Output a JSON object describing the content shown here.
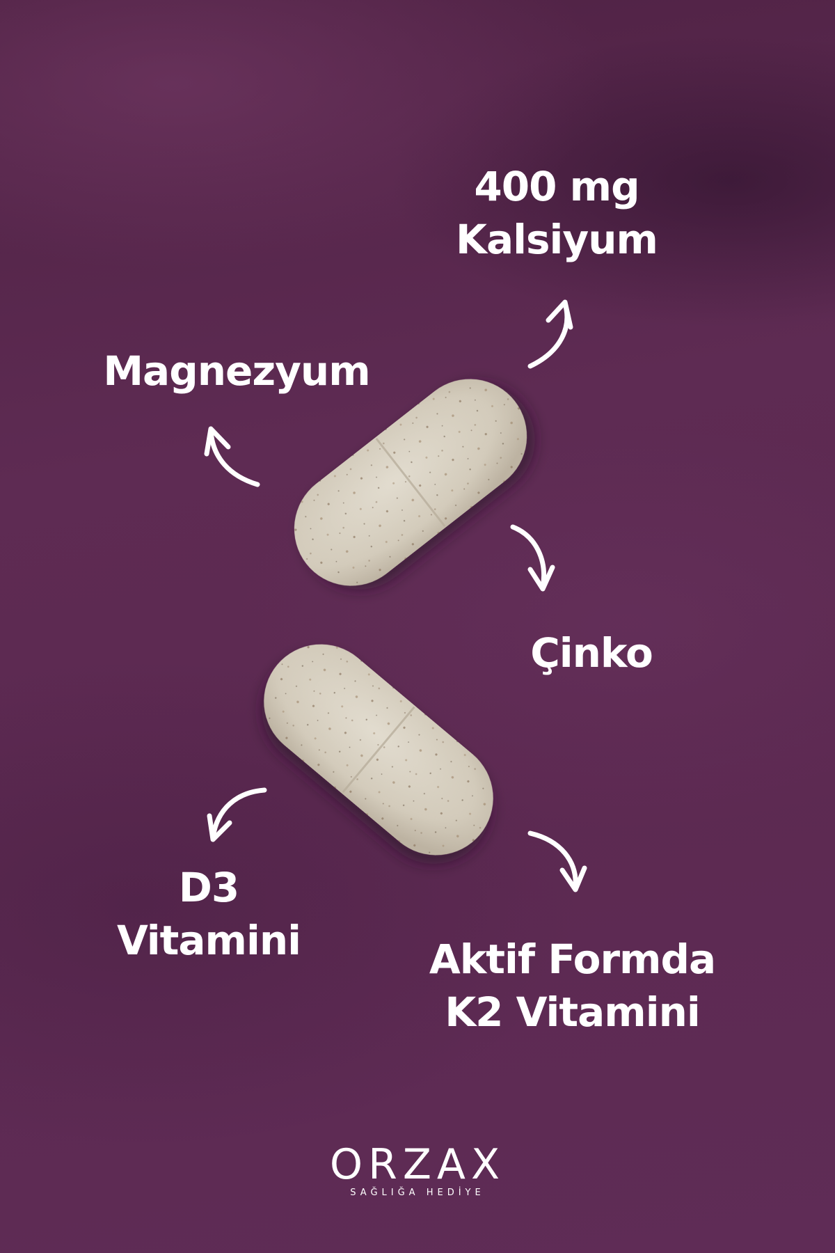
{
  "labels": {
    "kalsiyum": {
      "line1": "400 mg",
      "line2": "Kalsiyum"
    },
    "magnezyum": "Magnezyum",
    "cinko": "Çinko",
    "d3": {
      "line1": "D3",
      "line2": "Vitamini"
    },
    "k2": {
      "line1": "Aktif Formda",
      "line2": "K2 Vitamini"
    }
  },
  "logo": {
    "brand": "ORZAX",
    "tagline": "SAĞLIĞA HEDİYE"
  },
  "colors": {
    "background": "#5a2a4f",
    "text": "#ffffff",
    "tablet": "#d8d1c3"
  },
  "icons": [
    "arrow-up-icon",
    "tablet-image"
  ]
}
